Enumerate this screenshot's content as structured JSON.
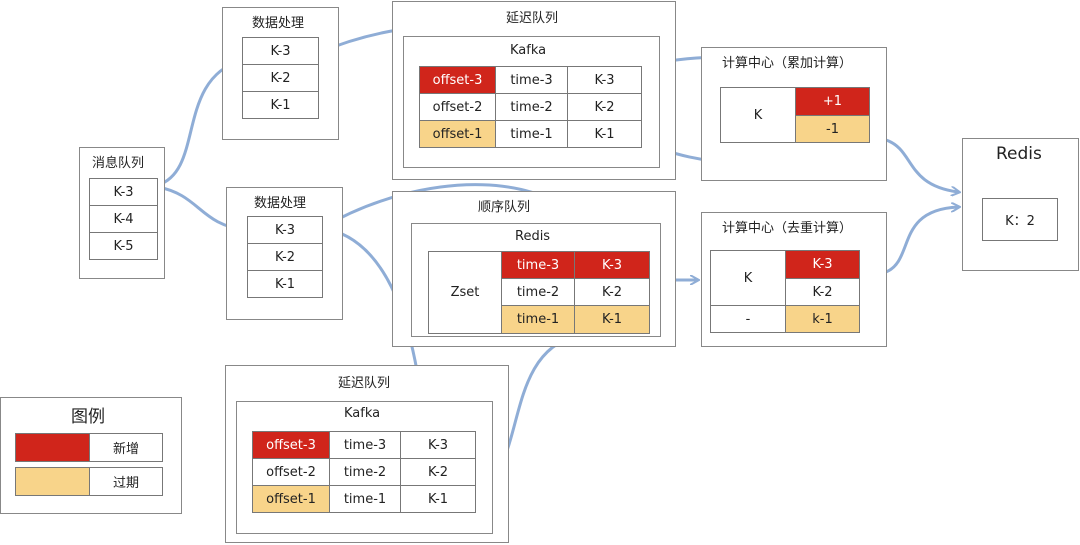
{
  "colors": {
    "new": "#d0251b",
    "expired": "#f8d48a",
    "arrow": "#8fadd6",
    "border": "#777777"
  },
  "message_queue": {
    "title": "消息队列",
    "items": [
      "K-3",
      "K-4",
      "K-5"
    ]
  },
  "processing_top": {
    "title": "数据处理",
    "items": [
      "K-3",
      "K-2",
      "K-1"
    ]
  },
  "processing_bottom": {
    "title": "数据处理",
    "items": [
      "K-3",
      "K-2",
      "K-1"
    ]
  },
  "delay_queue_top": {
    "title": "延迟队列",
    "inner_title": "Kafka",
    "rows": [
      [
        "offset-3",
        "time-3",
        "K-3"
      ],
      [
        "offset-2",
        "time-2",
        "K-2"
      ],
      [
        "offset-1",
        "time-1",
        "K-1"
      ]
    ]
  },
  "order_queue": {
    "title": "顺序队列",
    "inner_title": "Redis",
    "zset_label": "Zset",
    "rows": [
      [
        "time-3",
        "K-3"
      ],
      [
        "time-2",
        "K-2"
      ],
      [
        "time-1",
        "K-1"
      ]
    ]
  },
  "delay_queue_bottom": {
    "title": "延迟队列",
    "inner_title": "Kafka",
    "rows": [
      [
        "offset-3",
        "time-3",
        "K-3"
      ],
      [
        "offset-2",
        "time-2",
        "K-2"
      ],
      [
        "offset-1",
        "time-1",
        "K-1"
      ]
    ]
  },
  "compute_accumulate": {
    "title": "计算中心（累加计算）",
    "key": "K",
    "ops": [
      "+1",
      "-1"
    ]
  },
  "compute_dedupe": {
    "title": "计算中心（去重计算）",
    "left": [
      "K",
      "-"
    ],
    "right": [
      "K-3",
      "K-2",
      "k-1"
    ]
  },
  "redis": {
    "title": "Redis",
    "value": "K：2"
  },
  "legend": {
    "title": "图例",
    "items": [
      "新增",
      "过期"
    ]
  }
}
